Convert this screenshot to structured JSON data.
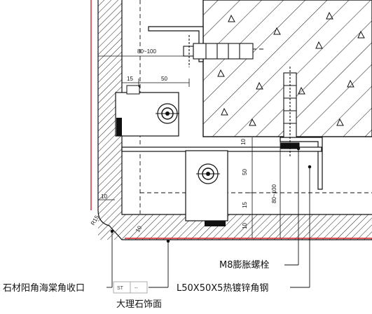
{
  "colors": {
    "line": "#111111",
    "red_edge": "#d4202a",
    "hatch": "#222222",
    "background": "#ffffff"
  },
  "dimensions": {
    "range_top": "80~100",
    "top_15": "15",
    "top_50": "50",
    "right_10_a": "10",
    "right_50": "50",
    "right_15": "15",
    "right_10_b": "10",
    "right_range": "80~100",
    "corner_10": "10",
    "radius": "R15",
    "bottom_10": "10"
  },
  "callouts": {
    "bolt": "M8膨胀螺栓",
    "angle_steel": "L50X50X5热镀锌角钢",
    "corner_trim": "石材阳角海棠角收口",
    "marble_finish": "大理石饰面"
  },
  "tag": {
    "left": "ST",
    "right": "--"
  }
}
